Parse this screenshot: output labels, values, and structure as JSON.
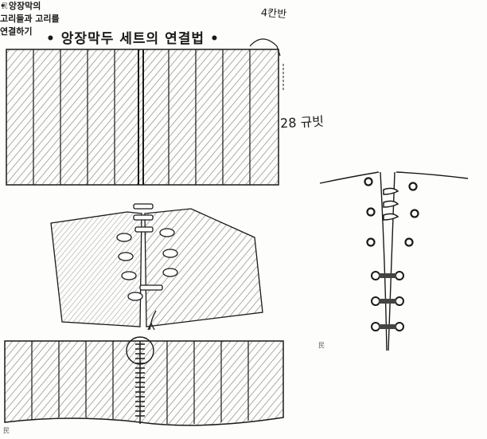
{
  "title": "• 앙장막두 세트의 연결법 •",
  "dimension_top": "4칸반",
  "dimension_side": "28 규빗",
  "note_lines": [
    "• 앙장막의",
    "고리들과 고리를",
    "연결하기"
  ],
  "marks": [
    "民",
    "民",
    "民"
  ],
  "colors": {
    "ink": "#1a1a1a",
    "paper": "#fdfdfc",
    "hatch": "#8a8a8a"
  }
}
